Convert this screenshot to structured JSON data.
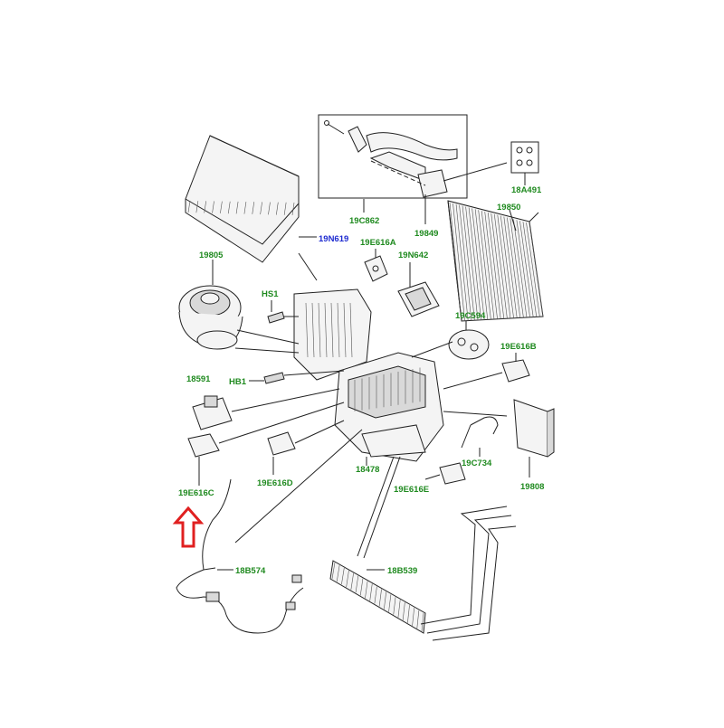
{
  "diagram": {
    "labels": [
      {
        "id": "19C862",
        "text": "19C862"
      },
      {
        "id": "19849",
        "text": "19849"
      },
      {
        "id": "18A491",
        "text": "18A491"
      },
      {
        "id": "19850",
        "text": "19850"
      },
      {
        "id": "19N619",
        "text": "19N619"
      },
      {
        "id": "19E616A",
        "text": "19E616A"
      },
      {
        "id": "19N642",
        "text": "19N642"
      },
      {
        "id": "19805",
        "text": "19805"
      },
      {
        "id": "HS1",
        "text": "HS1"
      },
      {
        "id": "19C594",
        "text": "19C594"
      },
      {
        "id": "19E616B",
        "text": "19E616B"
      },
      {
        "id": "18591",
        "text": "18591"
      },
      {
        "id": "HB1",
        "text": "HB1"
      },
      {
        "id": "19C734",
        "text": "19C734"
      },
      {
        "id": "19808",
        "text": "19808"
      },
      {
        "id": "18478",
        "text": "18478"
      },
      {
        "id": "19E616D",
        "text": "19E616D"
      },
      {
        "id": "19E616E",
        "text": "19E616E"
      },
      {
        "id": "19E616C",
        "text": "19E616C"
      },
      {
        "id": "18B574",
        "text": "18B574"
      },
      {
        "id": "18B539",
        "text": "18B539"
      }
    ],
    "colors": {
      "label": "#1f8a1f",
      "highlight_label": "#1e2bd0",
      "arrow": "#e02020"
    },
    "indicator": {
      "icon": "up-arrow-icon"
    }
  }
}
